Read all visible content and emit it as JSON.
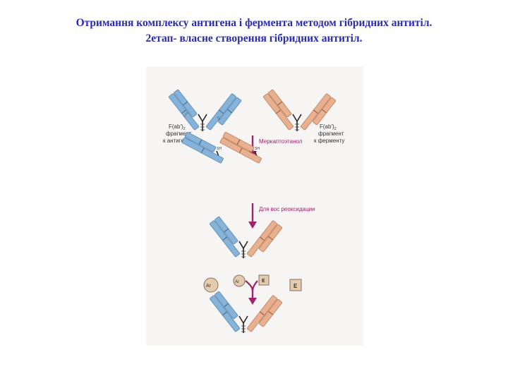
{
  "title": {
    "line1": "Отримання комплексу антигена і фермента методом гібридних антитіл.",
    "line2": "2етап- власне створення гібридних антитіл."
  },
  "figure": {
    "left_label": [
      "F(ab')",
      "фрагмент",
      "к антигену"
    ],
    "right_label": [
      "F(ab')",
      "фрагмент",
      "к ферменту"
    ],
    "subscript": "2",
    "step1_label": "Меркаптоэтанол",
    "step2_label": "Для вос реоксидации",
    "antigen_label": "Аг",
    "antigen_small_label": "Аг",
    "enzyme_label": "Е",
    "enzyme_small_label": "Е",
    "hinge_text": "SH",
    "colors": {
      "antigen_fragment": "#86b3d9",
      "enzyme_fragment": "#e8b08e",
      "arrow": "#a0226a",
      "title": "#2b2bb0"
    }
  }
}
